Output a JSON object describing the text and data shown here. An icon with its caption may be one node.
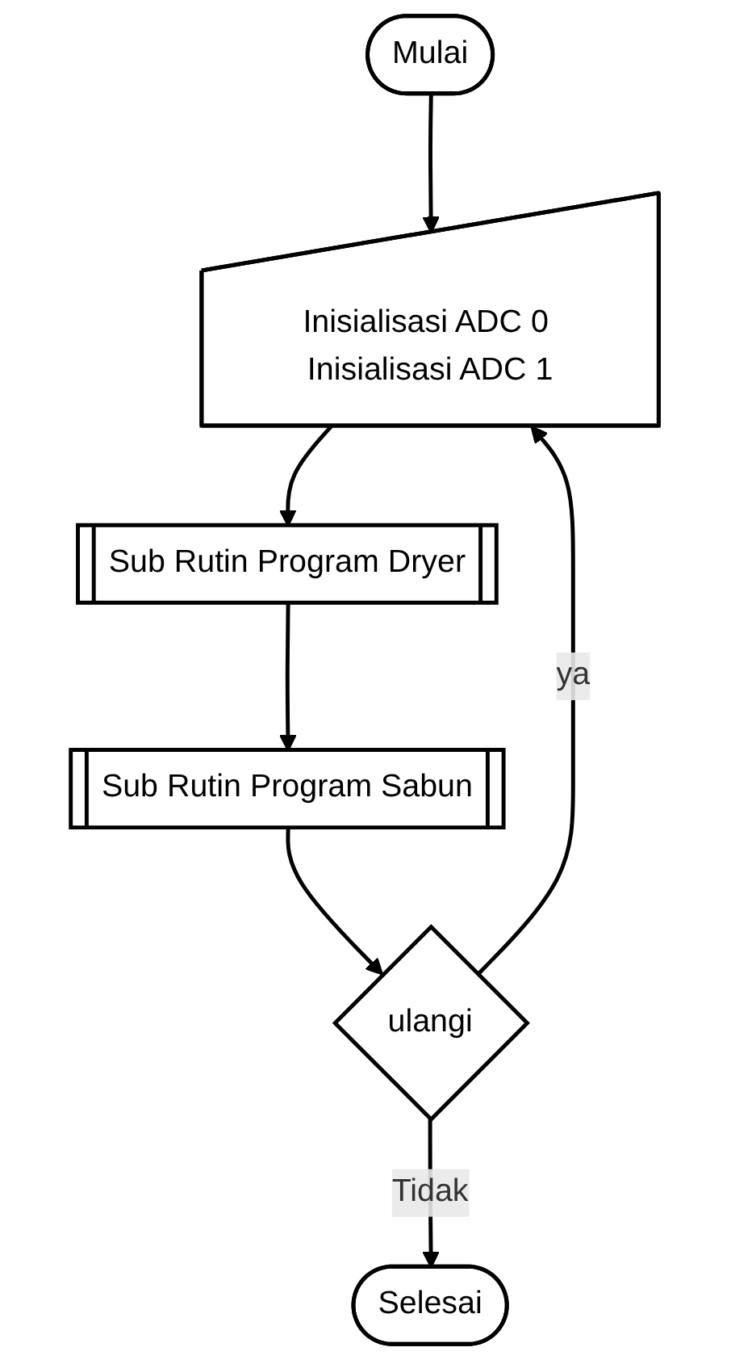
{
  "diagram": {
    "nodes": [
      {
        "text": [
          "Mulai"
        ]
      },
      {
        "text": [
          "Inisialisasi ADC 0 Inisialisasi ADC 1"
        ]
      },
      {
        "text": [
          "Sub Rutin Program Dryer"
        ]
      },
      {
        "text": [
          "Sub Rutin Program Sabun"
        ]
      },
      {
        "text": [
          "ulangi"
        ]
      },
      {
        "text": [
          "Selesai"
        ]
      }
    ],
    "edges": [
      {
        "from": 0,
        "to": 1,
        "arrow": "to"
      },
      {
        "from": 1,
        "to": 2,
        "arrow": "to"
      },
      {
        "from": 2,
        "to": 3,
        "arrow": "to"
      },
      {
        "from": 3,
        "to": 4,
        "arrow": "to"
      },
      {
        "from": 4,
        "to": 5,
        "arrow": "to",
        "label": "Tidak"
      },
      {
        "from": 4,
        "to": 1,
        "arrow": "to",
        "label": "ya"
      }
    ]
  }
}
